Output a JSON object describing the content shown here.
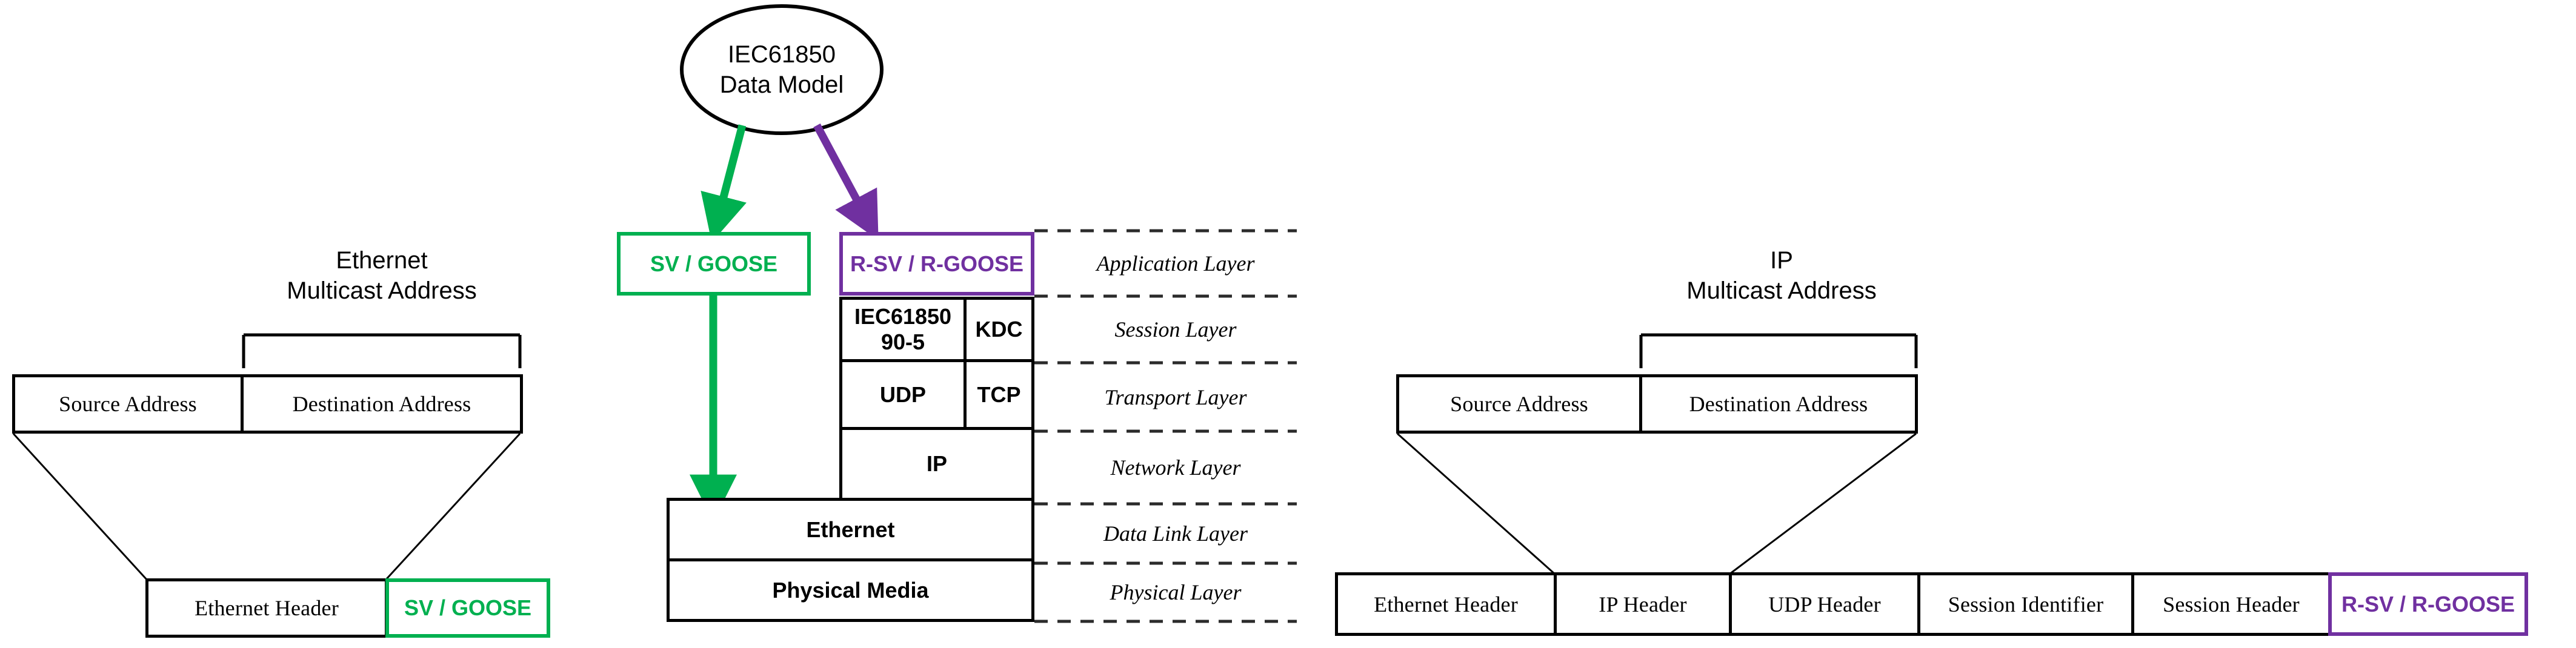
{
  "colors": {
    "green": "#00B050",
    "purple": "#7030A0",
    "black": "#000000",
    "background": "#FFFFFF"
  },
  "source_node": {
    "label_line1": "IEC61850",
    "label_line2": "Data Model"
  },
  "arrows": {
    "green_arrow_label": "to-sv-goose",
    "purple_arrow_label": "to-r-sv-r-goose",
    "green_down_arrow_label": "sv-goose-to-ethernet"
  },
  "left_panel": {
    "title_line1": "Ethernet",
    "title_line2": "Multicast Address",
    "address_cells": [
      {
        "label": "Source Address"
      },
      {
        "label": "Destination Address"
      }
    ],
    "frame_cells": [
      {
        "label": "Ethernet Header",
        "color": "#000000"
      },
      {
        "label": "SV / GOOSE",
        "color": "#00B050"
      }
    ]
  },
  "center_panel": {
    "left_stack": [
      {
        "label": "SV / GOOSE",
        "color": "#00B050"
      }
    ],
    "right_stack": [
      {
        "label": "R-SV / R-GOOSE",
        "color": "#7030A0"
      },
      {
        "label": "IEC61850 90-5",
        "color": "#000000"
      },
      {
        "label": "KDC",
        "color": "#000000"
      },
      {
        "label": "UDP",
        "color": "#000000"
      },
      {
        "label": "TCP",
        "color": "#000000"
      },
      {
        "label": "IP",
        "color": "#000000"
      }
    ],
    "shared_stack": [
      {
        "label": "Ethernet",
        "color": "#000000"
      },
      {
        "label": "Physical Media",
        "color": "#000000"
      }
    ],
    "iec61850_905_line1": "IEC61850",
    "iec61850_905_line2": "90-5",
    "layers": [
      {
        "label": "Application Layer"
      },
      {
        "label": "Session Layer"
      },
      {
        "label": "Transport Layer"
      },
      {
        "label": "Network Layer"
      },
      {
        "label": "Data Link Layer"
      },
      {
        "label": "Physical Layer"
      }
    ]
  },
  "right_panel": {
    "title_line1": "IP",
    "title_line2": "Multicast Address",
    "address_cells": [
      {
        "label": "Source Address"
      },
      {
        "label": "Destination Address"
      }
    ],
    "frame_cells": [
      {
        "label": "Ethernet Header",
        "color": "#000000"
      },
      {
        "label": "IP Header",
        "color": "#000000"
      },
      {
        "label": "UDP Header",
        "color": "#000000"
      },
      {
        "label": "Session Identifier",
        "color": "#000000"
      },
      {
        "label": "Session  Header",
        "color": "#000000"
      },
      {
        "label": "R-SV / R-GOOSE",
        "color": "#7030A0"
      }
    ]
  }
}
